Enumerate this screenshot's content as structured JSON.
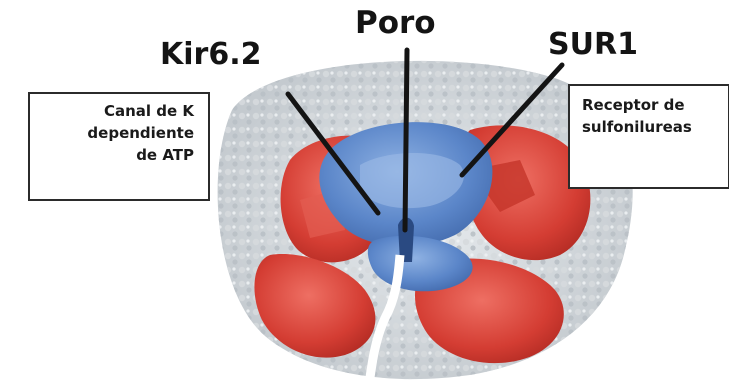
{
  "labels": {
    "kir": "Kir6.2",
    "poro": "Poro",
    "sur": "SUR1"
  },
  "left_box": {
    "lines": [
      "Canal de K",
      "dependiente",
      "de ATP"
    ]
  },
  "right_box": {
    "lines": [
      "Receptor de",
      "sulfonilureas"
    ]
  },
  "colors": {
    "channel_red": "#d9443a",
    "pore_blue": "#5b86c9",
    "membrane_gray": "#cfd3d6",
    "pointer": "#141414"
  }
}
